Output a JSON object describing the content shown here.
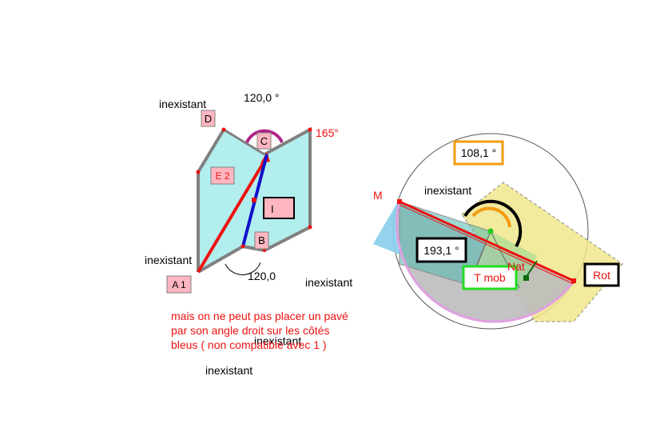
{
  "left_figure": {
    "angle_top": "120,0 °",
    "angle_bottom": "120,0",
    "angle_right": "165°",
    "labels": {
      "A": "A 1",
      "B": "B",
      "C": "C",
      "D": "D",
      "E": "E 2",
      "I": "I"
    },
    "inexistant": [
      "inexistant",
      "inexistant",
      "inexistant",
      "inexistant",
      "inexistant"
    ]
  },
  "note_lines": [
    "mais on ne peut pas placer un pavé",
    "par son angle droit sur les côtés",
    "bleus ( non compatible avec 1 )"
  ],
  "right_figure": {
    "label_M": "M",
    "inexistant": "inexistant",
    "angle_box_top": "108,1 °",
    "angle_box_left": "193,1 °",
    "label_nat": "Nat",
    "label_tmob": "T mob",
    "label_rot": "Rot"
  },
  "colors": {
    "prism_fill": "#b2eeee",
    "edge_gray": "#808080",
    "red": "#ee1111",
    "blue": "#1010cc",
    "magenta_arc": "#b0238a",
    "orange": "#f39c12",
    "yellow": "#f0e68c",
    "green": "#22cc22",
    "box_pink": "#ffb6c1"
  }
}
